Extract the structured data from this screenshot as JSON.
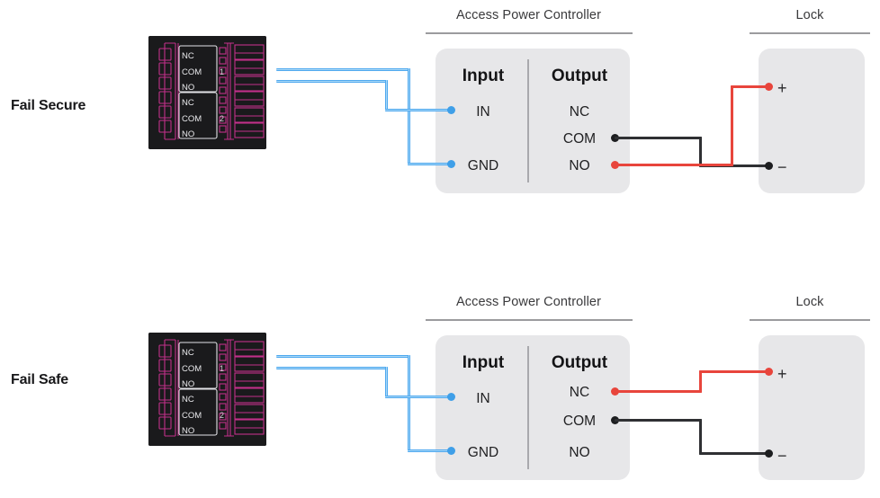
{
  "diagram": {
    "title_rows": [
      {
        "id": "fail-secure",
        "label": "Fail Secure",
        "controller_heading": "Access Power Controller",
        "lock_heading": "Lock",
        "controller": {
          "input_title": "Input",
          "output_title": "Output",
          "input_terminals": [
            "IN",
            "GND"
          ],
          "output_terminals": [
            "NC",
            "COM",
            "NO"
          ]
        },
        "lock": {
          "terminals": [
            "+",
            "−"
          ]
        },
        "connections": [
          {
            "from": "module",
            "to": "IN",
            "color": "#4ea8ef"
          },
          {
            "from": "module",
            "to": "GND",
            "color": "#4ea8ef"
          },
          {
            "from": "COM",
            "to": "−",
            "color": "#2f3033"
          },
          {
            "from": "NO",
            "to": "+",
            "color": "#e8453c"
          }
        ]
      },
      {
        "id": "fail-safe",
        "label": "Fail Safe",
        "controller_heading": "Access Power Controller",
        "lock_heading": "Lock",
        "controller": {
          "input_title": "Input",
          "output_title": "Output",
          "input_terminals": [
            "IN",
            "GND"
          ],
          "output_terminals": [
            "NC",
            "COM",
            "NO"
          ]
        },
        "lock": {
          "terminals": [
            "+",
            "−"
          ]
        },
        "connections": [
          {
            "from": "module",
            "to": "IN",
            "color": "#4ea8ef"
          },
          {
            "from": "module",
            "to": "GND",
            "color": "#4ea8ef"
          },
          {
            "from": "NC",
            "to": "+",
            "color": "#e8453c"
          },
          {
            "from": "COM",
            "to": "−",
            "color": "#2f3033"
          }
        ]
      }
    ],
    "module": {
      "relay_blocks": [
        {
          "number": "1",
          "terminals": [
            "NC",
            "COM",
            "NO"
          ]
        },
        {
          "number": "2",
          "terminals": [
            "NC",
            "COM",
            "NO"
          ]
        }
      ]
    },
    "colors": {
      "wire_blue": "#4ea8ef",
      "wire_red": "#e8453c",
      "wire_black": "#2f3033",
      "panel_grey": "#e7e7e9",
      "rule_grey": "#9b9b9e",
      "module_bg": "#1a1a1c",
      "module_trace": "#c2308a"
    }
  }
}
